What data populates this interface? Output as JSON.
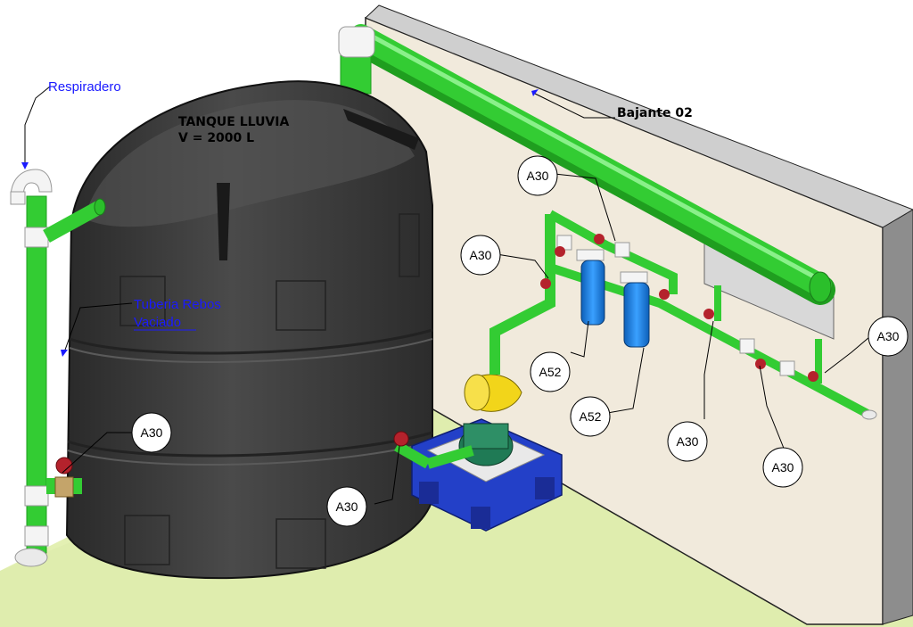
{
  "tank": {
    "title_line1": "TANQUE LLUVIA",
    "title_line2": "V = 2000 L"
  },
  "labels": {
    "respiradero": "Respiradero",
    "tuberia_line1": "Tuberia Rebos",
    "tuberia_line2": "Vaciado",
    "bajante": "Bajante 02"
  },
  "balloons": [
    {
      "id": "b1",
      "text": "A30"
    },
    {
      "id": "b2",
      "text": "A30"
    },
    {
      "id": "b3",
      "text": "A52"
    },
    {
      "id": "b4",
      "text": "A52"
    },
    {
      "id": "b5",
      "text": "A30"
    },
    {
      "id": "b6",
      "text": "A30"
    },
    {
      "id": "b7",
      "text": "A30"
    },
    {
      "id": "b8",
      "text": "A30"
    },
    {
      "id": "b9",
      "text": "A30"
    }
  ],
  "colors": {
    "pipe": "#33cc33",
    "pipe_dark": "#1f9e1f",
    "tank": "#3d3d3d",
    "wall": "#f1eadc",
    "floor": "#e3f0b3",
    "filter": "#1e88e5",
    "pump_base": "#2340c8",
    "accent_blue": "#1a1aff"
  }
}
